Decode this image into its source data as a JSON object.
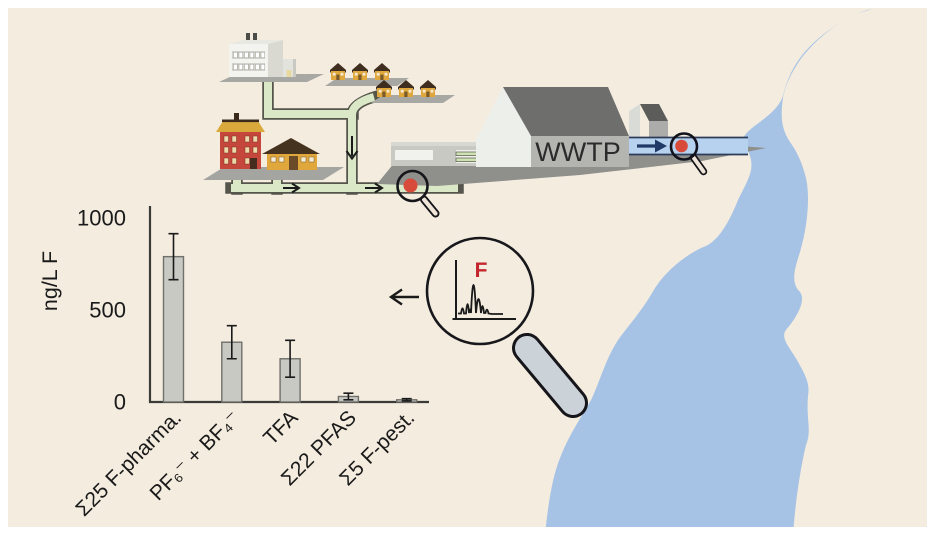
{
  "figure": {
    "background_color": "#f4ecdf",
    "border_color": "#ffffff",
    "river_color": "#a6c3e5",
    "pipe_color": "#dbe8c8",
    "pipe_outline_color": "#55554b",
    "sample_point_color": "#d84b3a",
    "effluent_pipe_color": "#b7d2ee",
    "effluent_arrow_color": "#1f3a66",
    "wwtp": {
      "label": "WWTP"
    },
    "analysis": {
      "fluorine_label": "F",
      "fluorine_color": "#c4262e"
    }
  },
  "chart_data": {
    "type": "bar",
    "title": "",
    "xlabel": "",
    "ylabel": "ng/L F",
    "ylim": [
      0,
      1000
    ],
    "yticks": [
      0,
      500,
      1000
    ],
    "categories": [
      "Σ25 F-pharma.",
      "PF₆⁻ + BF₄⁻",
      "TFA",
      "Σ22 PFAS",
      "Σ5 F-pest."
    ],
    "values": [
      790,
      325,
      235,
      30,
      12
    ],
    "errors": [
      125,
      90,
      100,
      18,
      6
    ],
    "grid": false,
    "legend": "none",
    "bar_color": "#c9c9c4",
    "bar_border": "#6f6f6b",
    "axis_color": "#3a3a36",
    "text_color": "#1a1a1a"
  }
}
